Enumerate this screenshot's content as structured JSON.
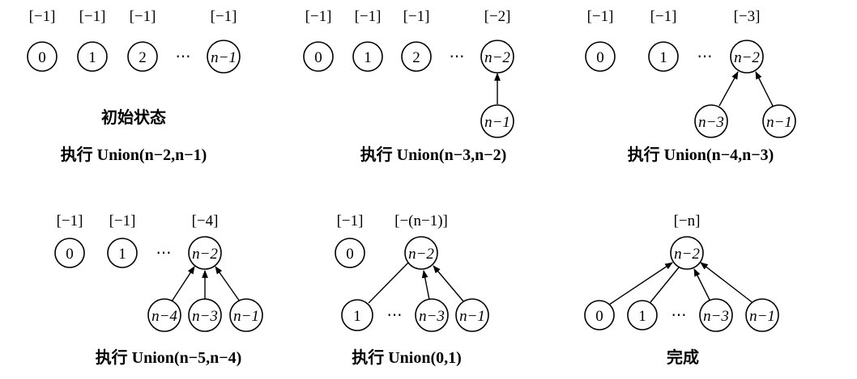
{
  "panels": [
    {
      "id": "p1",
      "caption": "执行 Union(n−2,n−1)",
      "subcaption": "初始状态",
      "labels": [
        "[−1]",
        "[−1]",
        "[−1]",
        "[−1]"
      ],
      "nodes": [
        "0",
        "1",
        "2",
        "n−1"
      ],
      "ellipsis": "⋯"
    },
    {
      "id": "p2",
      "caption": "执行 Union(n−3,n−2)",
      "labels": [
        "[−1]",
        "[−1]",
        "[−1]",
        "[−2]"
      ],
      "nodes": [
        "0",
        "1",
        "2",
        "n−2",
        "n−1"
      ],
      "ellipsis": "⋯"
    },
    {
      "id": "p3",
      "caption": "执行 Union(n−4,n−3)",
      "labels": [
        "[−1]",
        "[−1]",
        "[−3]"
      ],
      "nodes": [
        "0",
        "1",
        "n−2",
        "n−3",
        "n−1"
      ],
      "ellipsis": "⋯"
    },
    {
      "id": "p4",
      "caption": "执行 Union(n−5,n−4)",
      "labels": [
        "[−1]",
        "[−1]",
        "[−4]"
      ],
      "nodes": [
        "0",
        "1",
        "n−2",
        "n−4",
        "n−3",
        "n−1"
      ],
      "ellipsis": "⋯"
    },
    {
      "id": "p5",
      "caption": "执行 Union(0,1)",
      "labels": [
        "[−1]",
        "[−(n−1)]"
      ],
      "nodes": [
        "0",
        "n−2",
        "1",
        "n−3",
        "n−1"
      ],
      "ellipsis": "⋯"
    },
    {
      "id": "p6",
      "caption": "完成",
      "labels": [
        "[−n]"
      ],
      "nodes": [
        "n−2",
        "0",
        "1",
        "n−3",
        "n−1"
      ],
      "ellipsis": "⋯"
    }
  ]
}
